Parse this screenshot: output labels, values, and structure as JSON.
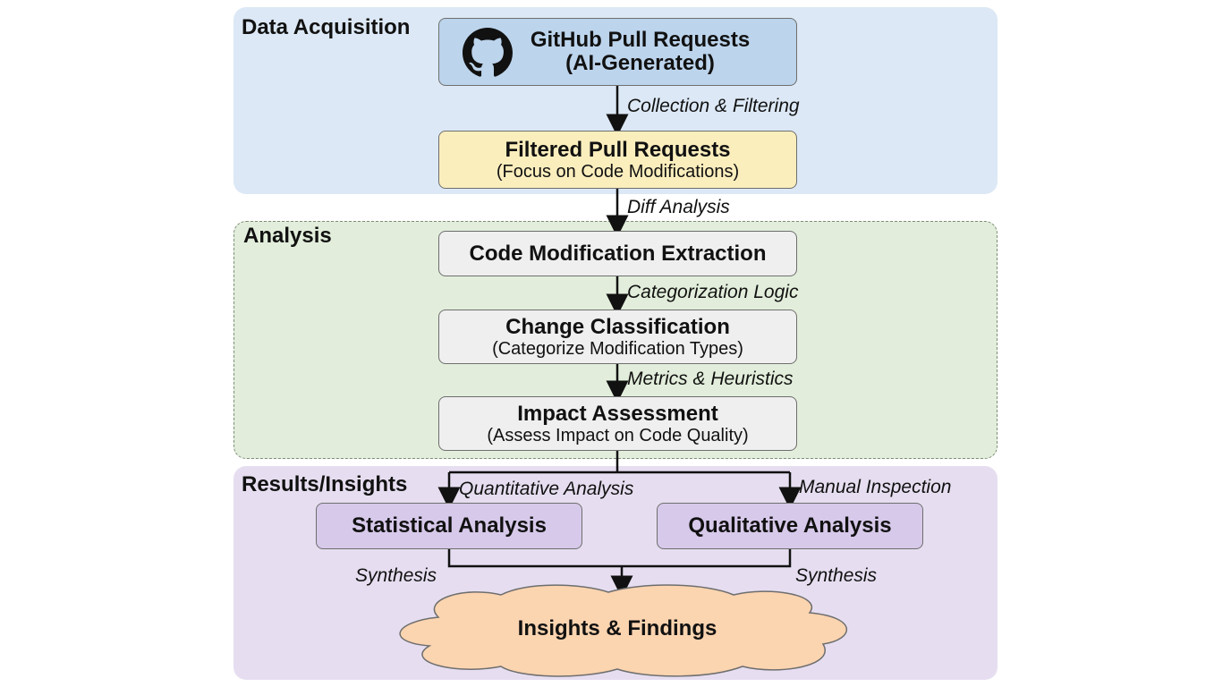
{
  "sections": {
    "data_acquisition": "Data Acquisition",
    "analysis": "Analysis",
    "results": "Results/Insights"
  },
  "nodes": {
    "github": {
      "title": "GitHub Pull Requests",
      "subtitle": "(AI-Generated)",
      "icon": "github-icon"
    },
    "filtered": {
      "title": "Filtered Pull Requests",
      "subtitle": "(Focus on Code Modifications)"
    },
    "extraction": {
      "title": "Code Modification Extraction"
    },
    "classification": {
      "title": "Change Classification",
      "subtitle": "(Categorize Modification Types)"
    },
    "impact": {
      "title": "Impact Assessment",
      "subtitle": "(Assess Impact on Code Quality)"
    },
    "statistical": {
      "title": "Statistical Analysis"
    },
    "qualitative": {
      "title": "Qualitative Analysis"
    },
    "insights": {
      "title": "Insights & Findings"
    }
  },
  "edges": {
    "collection": "Collection & Filtering",
    "diff": "Diff Analysis",
    "categorization": "Categorization Logic",
    "metrics": "Metrics & Heuristics",
    "quantitative": "Quantitative Analysis",
    "manual": "Manual Inspection",
    "synthesis_left": "Synthesis",
    "synthesis_right": "Synthesis"
  },
  "colors": {
    "acquisition_bg": "#dce8f5",
    "analysis_bg": "#e2eedb",
    "results_bg": "#e6def0",
    "github_box": "#bcd4ec",
    "filtered_box": "#fbeebd",
    "analysis_box": "#efefef",
    "results_box": "#d7c9ea",
    "cloud": "#fbd4b0"
  }
}
